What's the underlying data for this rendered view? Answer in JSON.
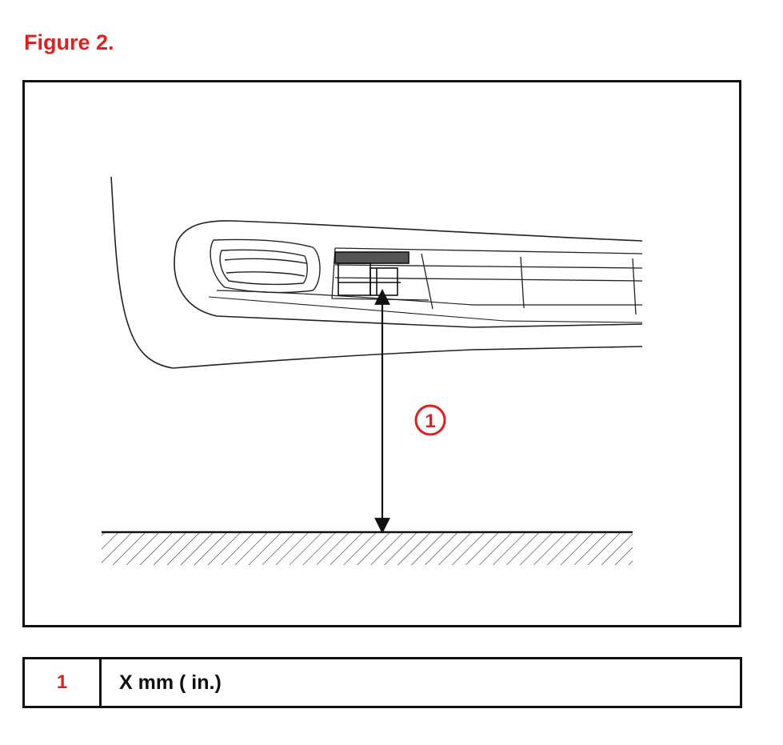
{
  "figure": {
    "title": "Figure 2."
  },
  "callout": {
    "number": "1"
  },
  "legend": {
    "rows": [
      {
        "number": "1",
        "description": "X mm ( in.)"
      }
    ]
  },
  "colors": {
    "accent_red": "#e02020",
    "line_black": "#111111"
  }
}
